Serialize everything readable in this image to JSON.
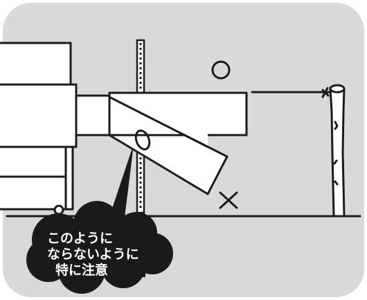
{
  "background_color": "#d9d9d9",
  "ink_color": "#1a1a1a",
  "correct_mark": "○",
  "wrong_mark": "×",
  "warning": {
    "lines": [
      "このように",
      "ならないように",
      "特に注意"
    ]
  }
}
